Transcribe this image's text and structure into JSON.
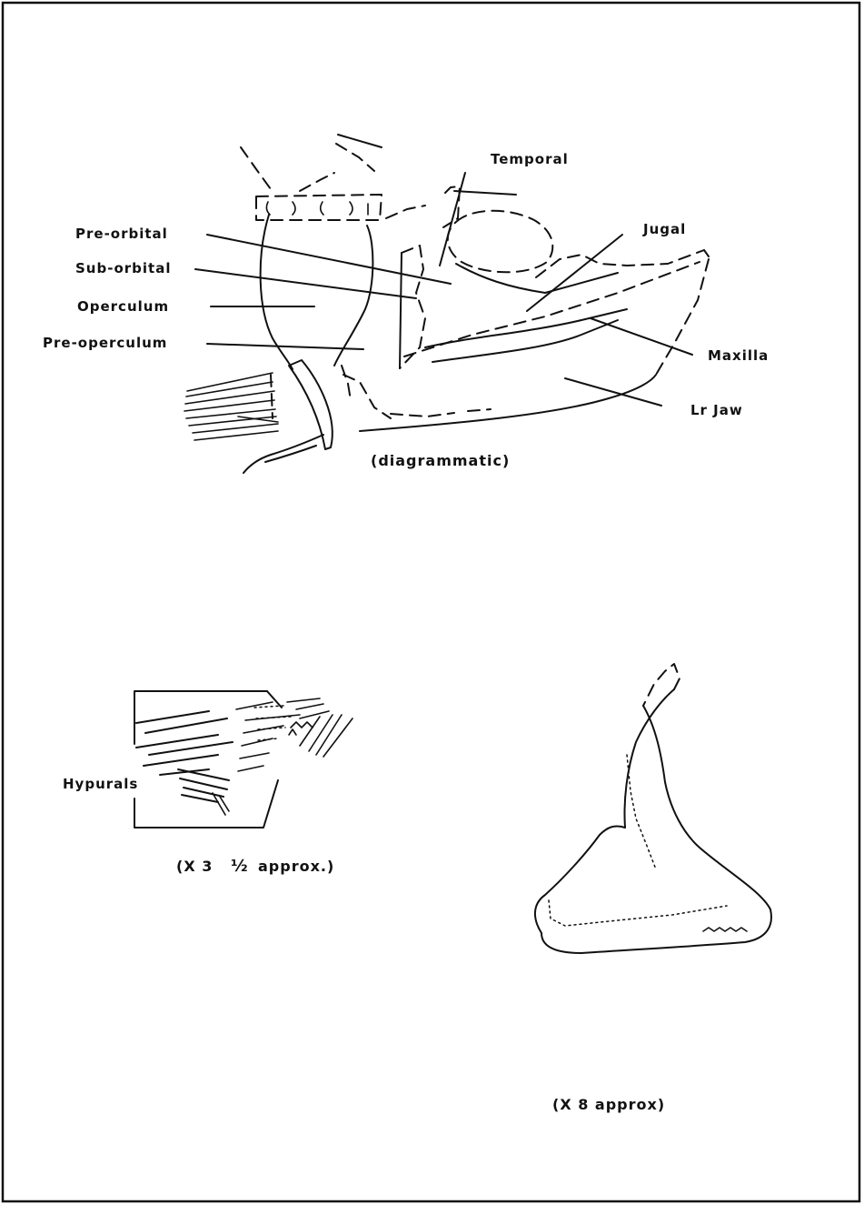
{
  "skull_figure": {
    "labels": {
      "temporal": "Temporal",
      "jugal": "Jugal",
      "pre_orbital": "Pre-orbital",
      "sub_orbital": "Sub-orbital",
      "operculum": "Operculum",
      "pre_operculum": "Pre-operculum",
      "maxilla": "Maxilla",
      "lower_jaw": "Lr Jaw"
    },
    "caption": "(diagrammatic)"
  },
  "tail_figure": {
    "label": "Hypurals",
    "caption_prefix": "(X 3",
    "caption_fraction": "½",
    "caption_suffix": "approx.)"
  },
  "tooth_figure": {
    "caption": "(X 8 approx)"
  }
}
